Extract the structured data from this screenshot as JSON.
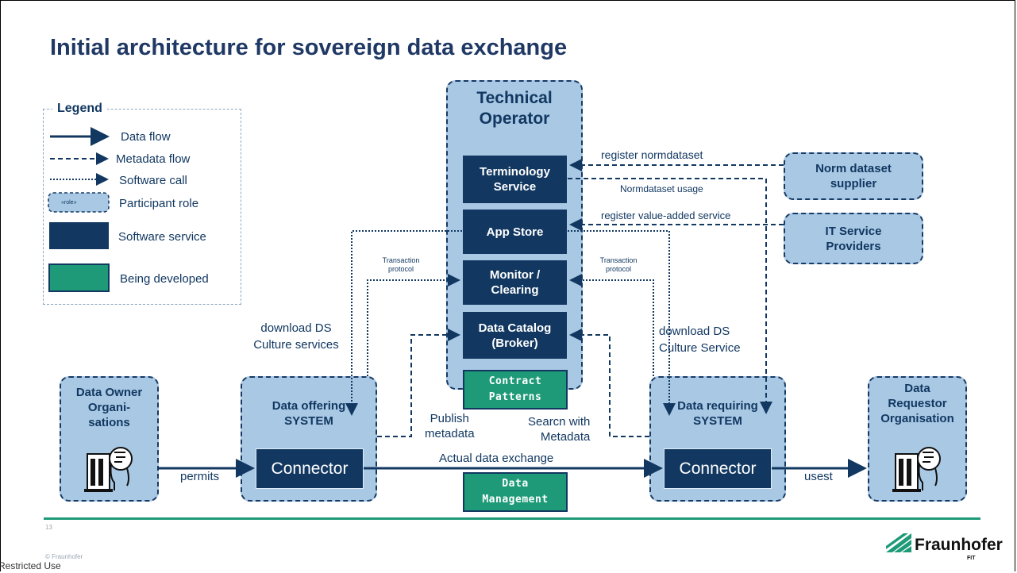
{
  "title": "Initial architecture for sovereign data exchange",
  "legend": {
    "title": "Legend",
    "items": [
      "Data flow",
      "Metadata flow",
      "Software call",
      "Participant role",
      "Software service",
      "Being developed"
    ],
    "role_tag": "«role»"
  },
  "operator": {
    "title_line1": "Technical",
    "title_line2": "Operator"
  },
  "services": {
    "terminology_l1": "Terminology",
    "terminology_l2": "Service",
    "app_store": "App Store",
    "monitor_l1": "Monitor /",
    "monitor_l2": "Clearing",
    "catalog_l1": "Data Catalog",
    "catalog_l2": "(Broker)"
  },
  "developed": {
    "contract_l1": "Contract",
    "contract_l2": "Patterns",
    "data_mgmt_l1": "Data",
    "data_mgmt_l2": "Management"
  },
  "roles": {
    "norm_l1": "Norm dataset",
    "norm_l2": "supplier",
    "it_l1": "IT Service",
    "it_l2": "Providers",
    "owner_l1": "Data Owner",
    "owner_l2": "Organi-",
    "owner_l3": "sations",
    "offering_l1": "Data offering",
    "offering_l2": "SYSTEM",
    "requiring_l1": "Data requiring",
    "requiring_l2": "SYSTEM",
    "requestor_l1": "Data",
    "requestor_l2": "Requestor",
    "requestor_l3": "Organisation"
  },
  "connector": "Connector",
  "labels": {
    "register_norm": "register normdataset",
    "norm_usage": "Normdataset usage",
    "register_value": "register value-added service",
    "tx_left_l1": "Transaction",
    "tx_left_l2": "protocol",
    "tx_right_l1": "Transaction",
    "tx_right_l2": "protocol",
    "dl_left_l1": "download DS",
    "dl_left_l2": "Culture services",
    "dl_right_l1": "download DS",
    "dl_right_l2": "Culture Service",
    "publish_l1": "Publish",
    "publish_l2": "metadata",
    "search_l1": "Searcn with",
    "search_l2": "Metadata",
    "actual_exchange": "Actual data exchange",
    "permits": "permits",
    "usest": "usest"
  },
  "footer": {
    "page_number": "13",
    "copyright": "© Fraunhofer",
    "restricted": "Restricted Use",
    "logo": "Fraunhofer",
    "logo_sub": "FIT"
  },
  "colors": {
    "navy": "#123861",
    "role_fill": "#a8c8e4",
    "green": "#1e9a78"
  }
}
